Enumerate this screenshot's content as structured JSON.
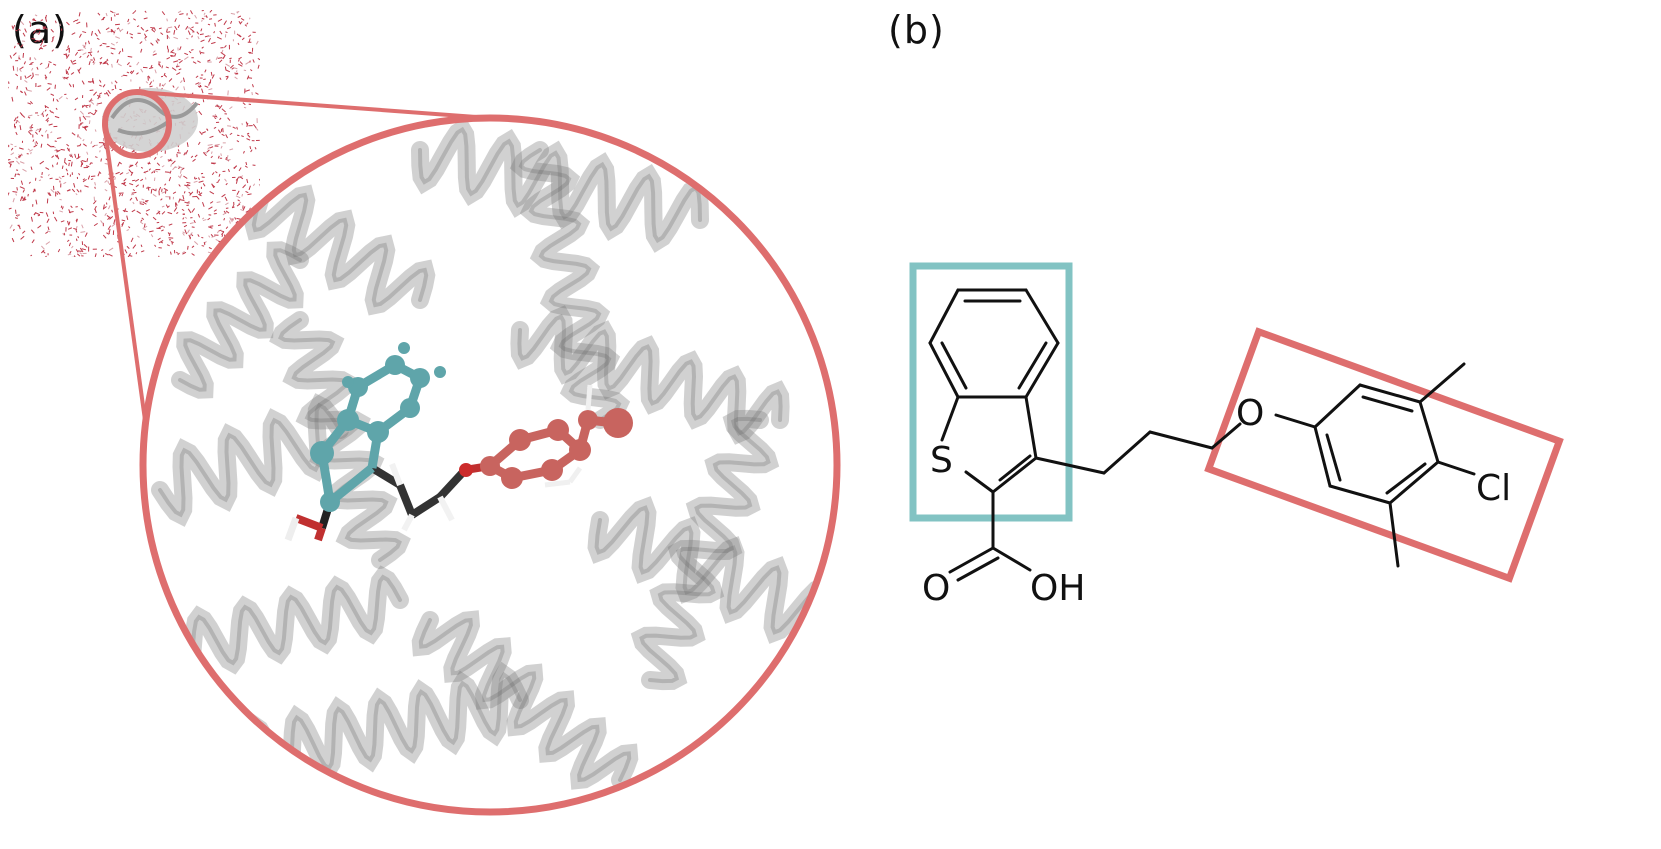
{
  "panels": {
    "a": {
      "label": "(a)"
    },
    "b": {
      "label": "(b)",
      "atoms": {
        "sulfur": "S",
        "oxygen_carbonyl": "O",
        "hydroxyl": "OH",
        "ether_oxygen": "O",
        "chlorine": "Cl"
      }
    }
  },
  "colors": {
    "highlight_red": "#de6e6e",
    "highlight_teal": "#82c3c3",
    "protein_gray": "#7a7a7a",
    "teal_atom": "#5fa5aa",
    "red_atom": "#c8645f",
    "bond": "#111111"
  }
}
